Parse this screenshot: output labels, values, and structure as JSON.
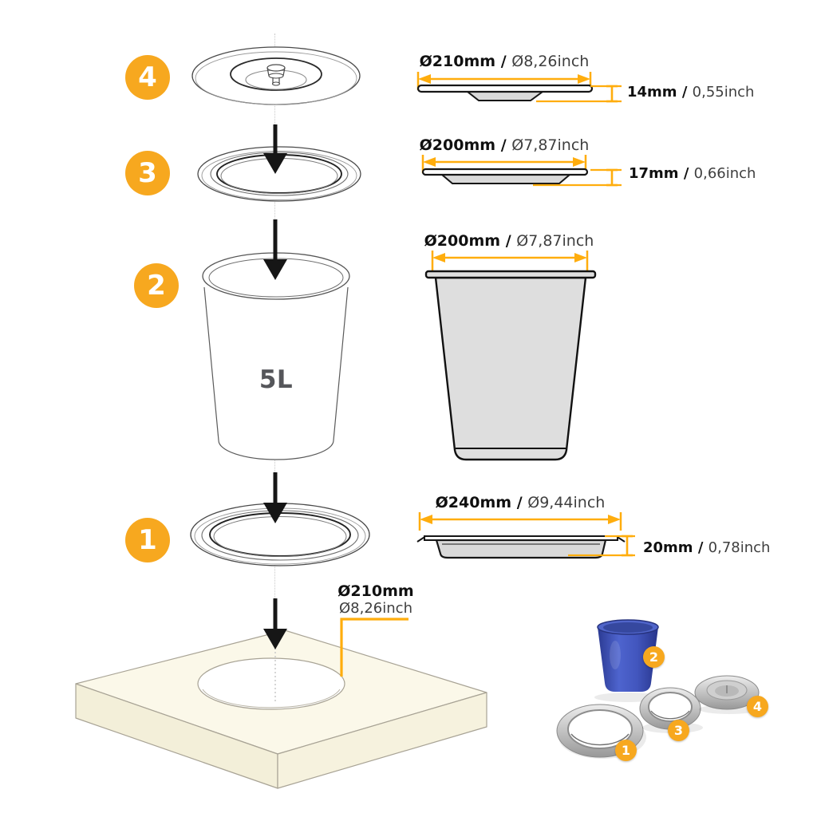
{
  "colors": {
    "accent_orange": "#F7A81F",
    "dimension_line_orange": "#FFAD0D",
    "countertop_cream": "#FBF8E9",
    "profile_gray": "#D9D9D9",
    "photo_bucket_blue": "#4256BE"
  },
  "steps": {
    "s1": "1",
    "s2": "2",
    "s3": "3",
    "s4": "4"
  },
  "bucket_capacity": "5L",
  "dims": {
    "lid": {
      "d_mm": "Ø210mm",
      "sep": " / ",
      "d_in": "Ø8,26inch",
      "h_mm": "14mm",
      "h_in": "0,55inch"
    },
    "ring_top": {
      "d_mm": "Ø200mm",
      "sep": " / ",
      "d_in": "Ø7,87inch",
      "h_mm": "17mm",
      "h_in": "0,66inch"
    },
    "bucket": {
      "d_mm": "Ø200mm",
      "sep": " / ",
      "d_in": "Ø7,87inch"
    },
    "ring_bottom": {
      "d_mm": "Ø240mm",
      "sep": " / ",
      "d_in": "Ø9,44inch",
      "h_mm": "20mm",
      "h_in": "0,78inch"
    },
    "cutout": {
      "d_mm": "Ø210mm",
      "d_in": "Ø8,26inch"
    }
  },
  "photo": {
    "badge_ring_large": "1",
    "badge_bucket": "2",
    "badge_ring_small": "3",
    "badge_lid": "4"
  }
}
